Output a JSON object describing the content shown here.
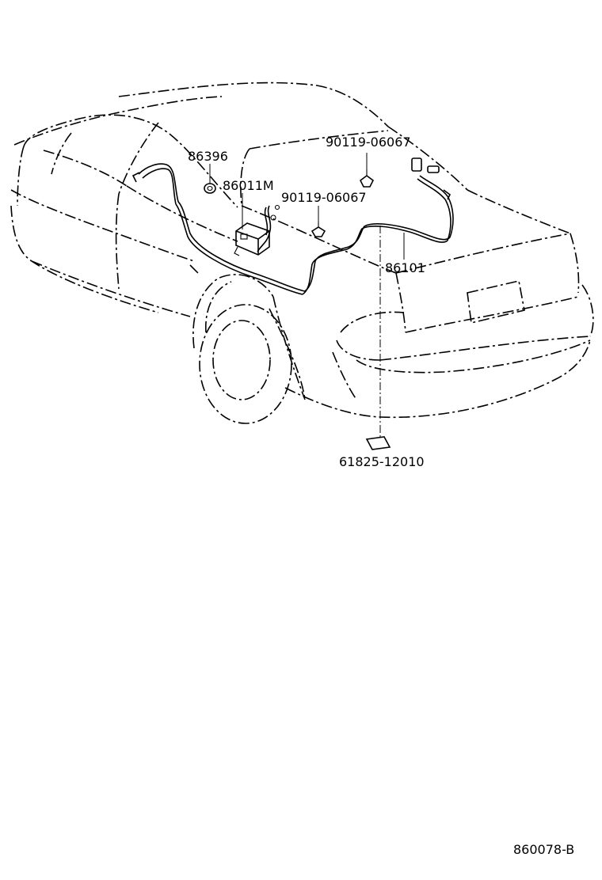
{
  "parts": {
    "p86396": "86396",
    "p86011M": "86011M",
    "p90119_top": "90119-06067",
    "p90119_mid": "90119-06067",
    "p86101": "86101",
    "p61825": "61825-12010"
  },
  "figure_code": "860078-B"
}
